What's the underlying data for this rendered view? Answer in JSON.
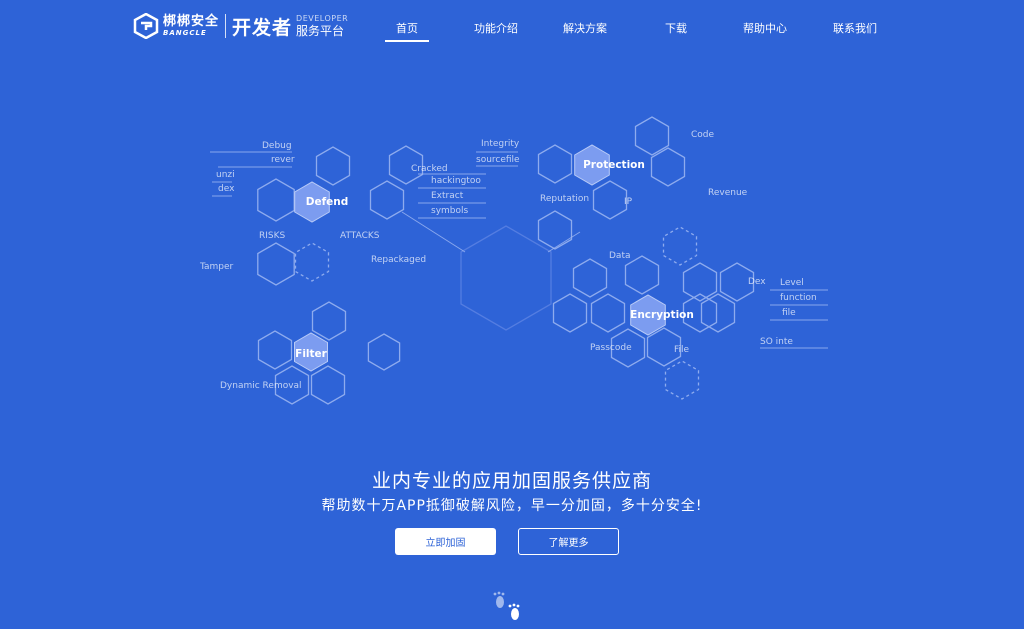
{
  "header": {
    "brand_cn": "梆梆安全",
    "brand_en": "BANGCLE",
    "dev_title": "开发者",
    "dev_en": "DEVELOPER",
    "dev_cn": "服务平台"
  },
  "nav": {
    "items": [
      {
        "label": "首页",
        "active": true
      },
      {
        "label": "功能介绍",
        "active": false
      },
      {
        "label": "解决方案",
        "active": false
      },
      {
        "label": "下载",
        "active": false
      },
      {
        "label": "帮助中心",
        "active": false
      },
      {
        "label": "联系我们",
        "active": false
      }
    ]
  },
  "illustration": {
    "cores": {
      "defend": "Defend",
      "protection": "Protection",
      "encryption": "Encryption",
      "filter": "Filter"
    },
    "labels": {
      "debug": "Debug",
      "rever": "rever",
      "unzi": "unzi",
      "dex_left": "dex",
      "risks": "RISKS",
      "attacks": "ATTACKS",
      "tamper": "Tamper",
      "repackaged": "Repackaged",
      "cracked": "Cracked",
      "hackingtoo": "hackingtoo",
      "extract": "Extract",
      "symbols": "symbols",
      "integrity": "Integrity",
      "sourcefile": "sourcefile",
      "reputation": "Reputation",
      "ip": "IP",
      "code": "Code",
      "revenue": "Revenue",
      "data": "Data",
      "dex_right": "Dex",
      "level": "Level",
      "function": "function",
      "file_right": "file",
      "so_inte": "SO inte",
      "passcode": "Passcode",
      "file_bottom": "File",
      "dynamic_removal": "Dynamic Removal"
    }
  },
  "hero": {
    "title": "业内专业的应用加固服务供应商",
    "subtitle": "帮助数十万APP抵御破解风险，早一分加固，多十分安全!",
    "primary_button": "立即加固",
    "secondary_button": "了解更多"
  },
  "colors": {
    "background": "#2e63d7",
    "accent_hex": "#7c9cf0",
    "line": "#a9bff5"
  }
}
